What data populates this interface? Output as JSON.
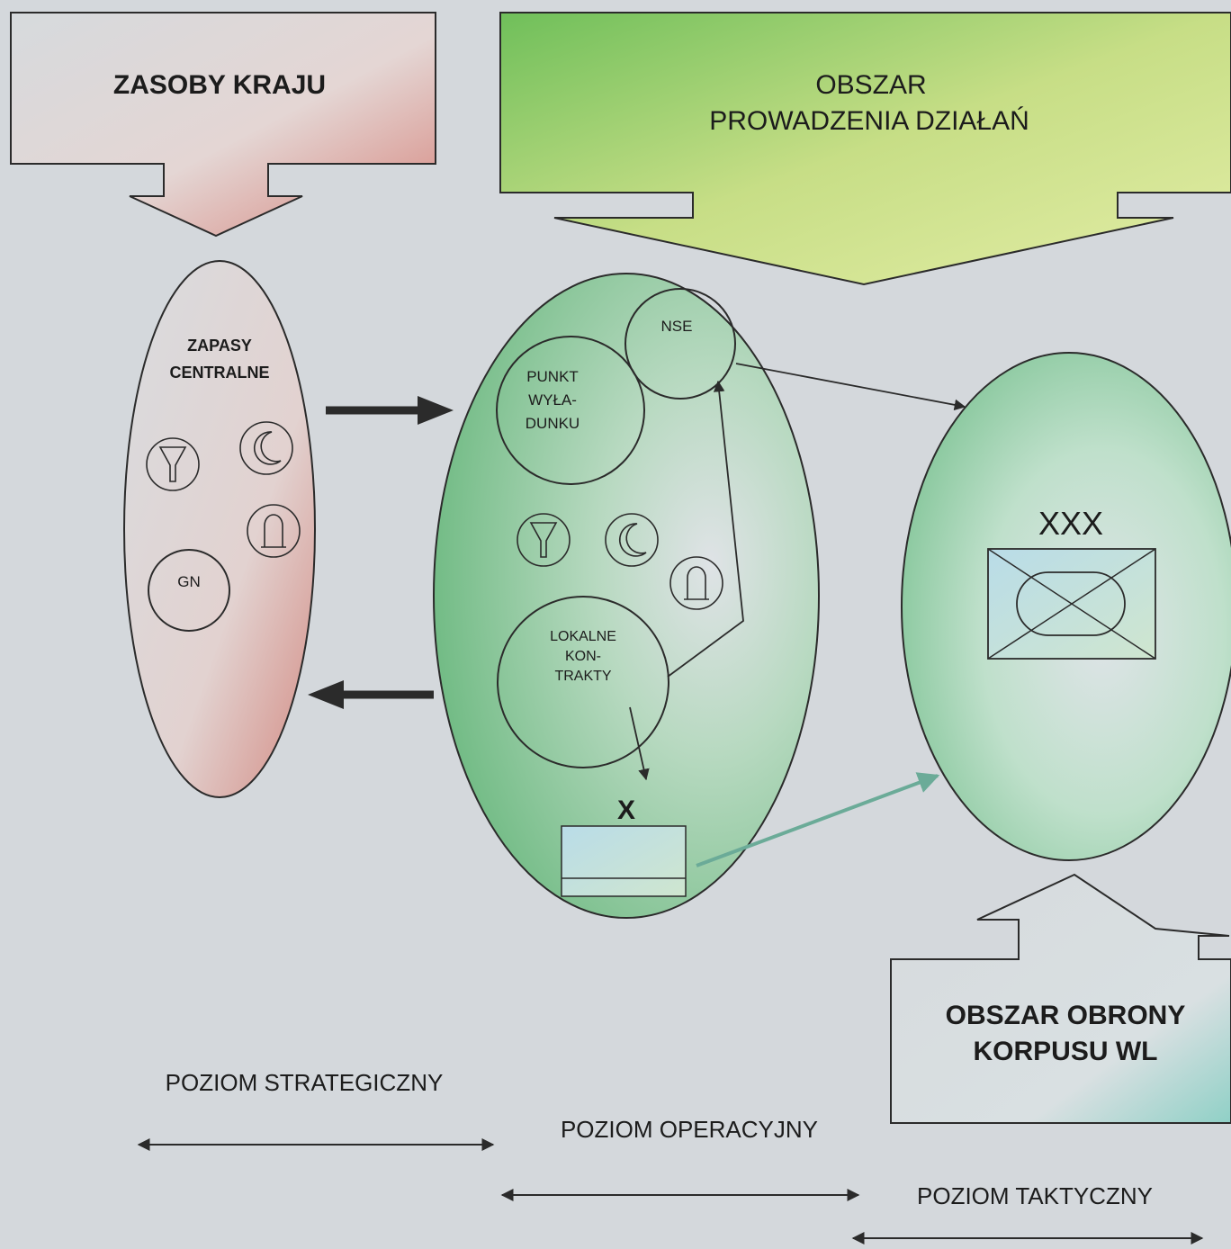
{
  "top_left_box": "ZASOBY KRAJU",
  "top_right_box": {
    "line1": "OBSZAR",
    "line2": "PROWADZENIA DZIAŁAŃ"
  },
  "bottom_right_box": {
    "line1": "OBSZAR OBRONY",
    "line2": "KORPUSU WL"
  },
  "left_ellipse": {
    "line1": "ZAPASY",
    "line2": "CENTRALNE",
    "circle": "GN"
  },
  "middle_ellipse": {
    "nse": "NSE",
    "punkt": [
      "PUNKT",
      "WYŁA-",
      "DUNKU"
    ],
    "lokalne": [
      "LOKALNE",
      "KON-",
      "TRAKTY"
    ],
    "brigade": "X"
  },
  "right_ellipse": {
    "corps": "XXX"
  },
  "levels": {
    "strategic": "POZIOM STRATEGICZNY",
    "operational": "POZIOM OPERACYJNY",
    "tactical": "POZIOM TAKTYCZNY"
  },
  "colors": {
    "red_fill": "#d98c86",
    "green_fill": "#7ec48c",
    "teal_arrow": "#6bab98",
    "dark": "#2b2b2b"
  }
}
